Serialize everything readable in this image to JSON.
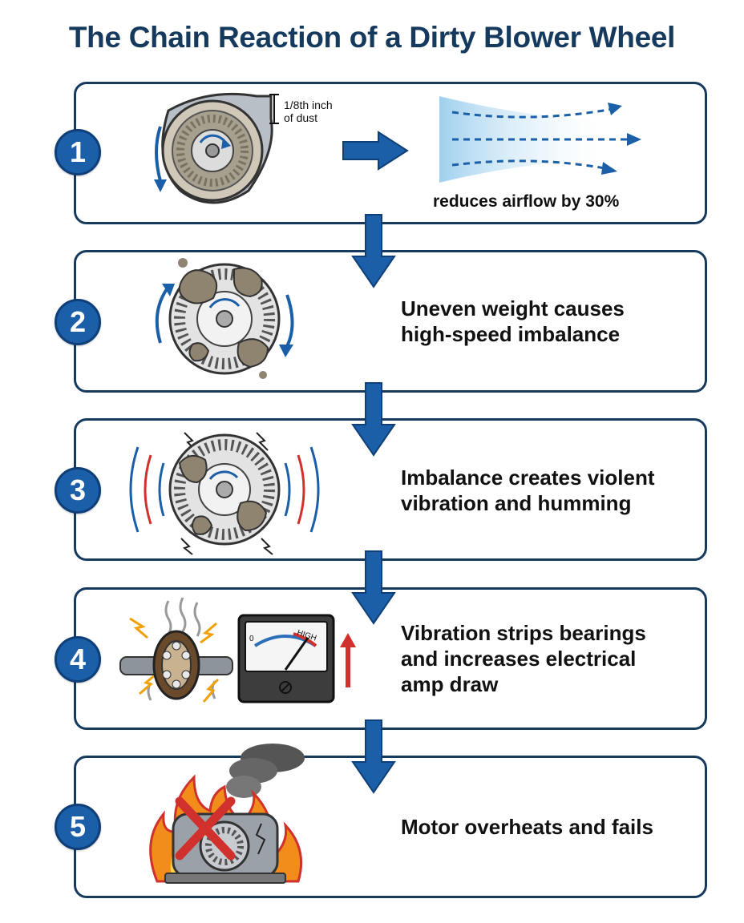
{
  "title": "The Chain Reaction of a Dirty Blower Wheel",
  "colors": {
    "title": "#163a5e",
    "badge": "#1a5fa8",
    "box_border": "#163a5e",
    "arrow": "#1a5fa8",
    "alert_red": "#d0312d"
  },
  "steps": [
    {
      "number": "1",
      "dust_label": "1/8th inch\nof dust",
      "caption": "reduces airflow by 30%",
      "icons": [
        "dusty-blower-wheel-icon",
        "right-arrow-icon",
        "airflow-icon"
      ]
    },
    {
      "number": "2",
      "text": "Uneven weight causes\nhigh-speed imbalance",
      "icons": [
        "imbalanced-wheel-icon"
      ]
    },
    {
      "number": "3",
      "text": "Imbalance creates violent\nvibration and humming",
      "icons": [
        "vibrating-wheel-icon"
      ]
    },
    {
      "number": "4",
      "text": "Vibration strips bearings\nand increases electrical\namp draw",
      "gauge_low": "0",
      "gauge_high": "HIGH",
      "icons": [
        "worn-bearing-icon",
        "amp-gauge-icon",
        "up-arrow-icon"
      ]
    },
    {
      "number": "5",
      "text": "Motor overheats and fails",
      "icons": [
        "burning-motor-icon",
        "fail-x-icon"
      ]
    }
  ]
}
